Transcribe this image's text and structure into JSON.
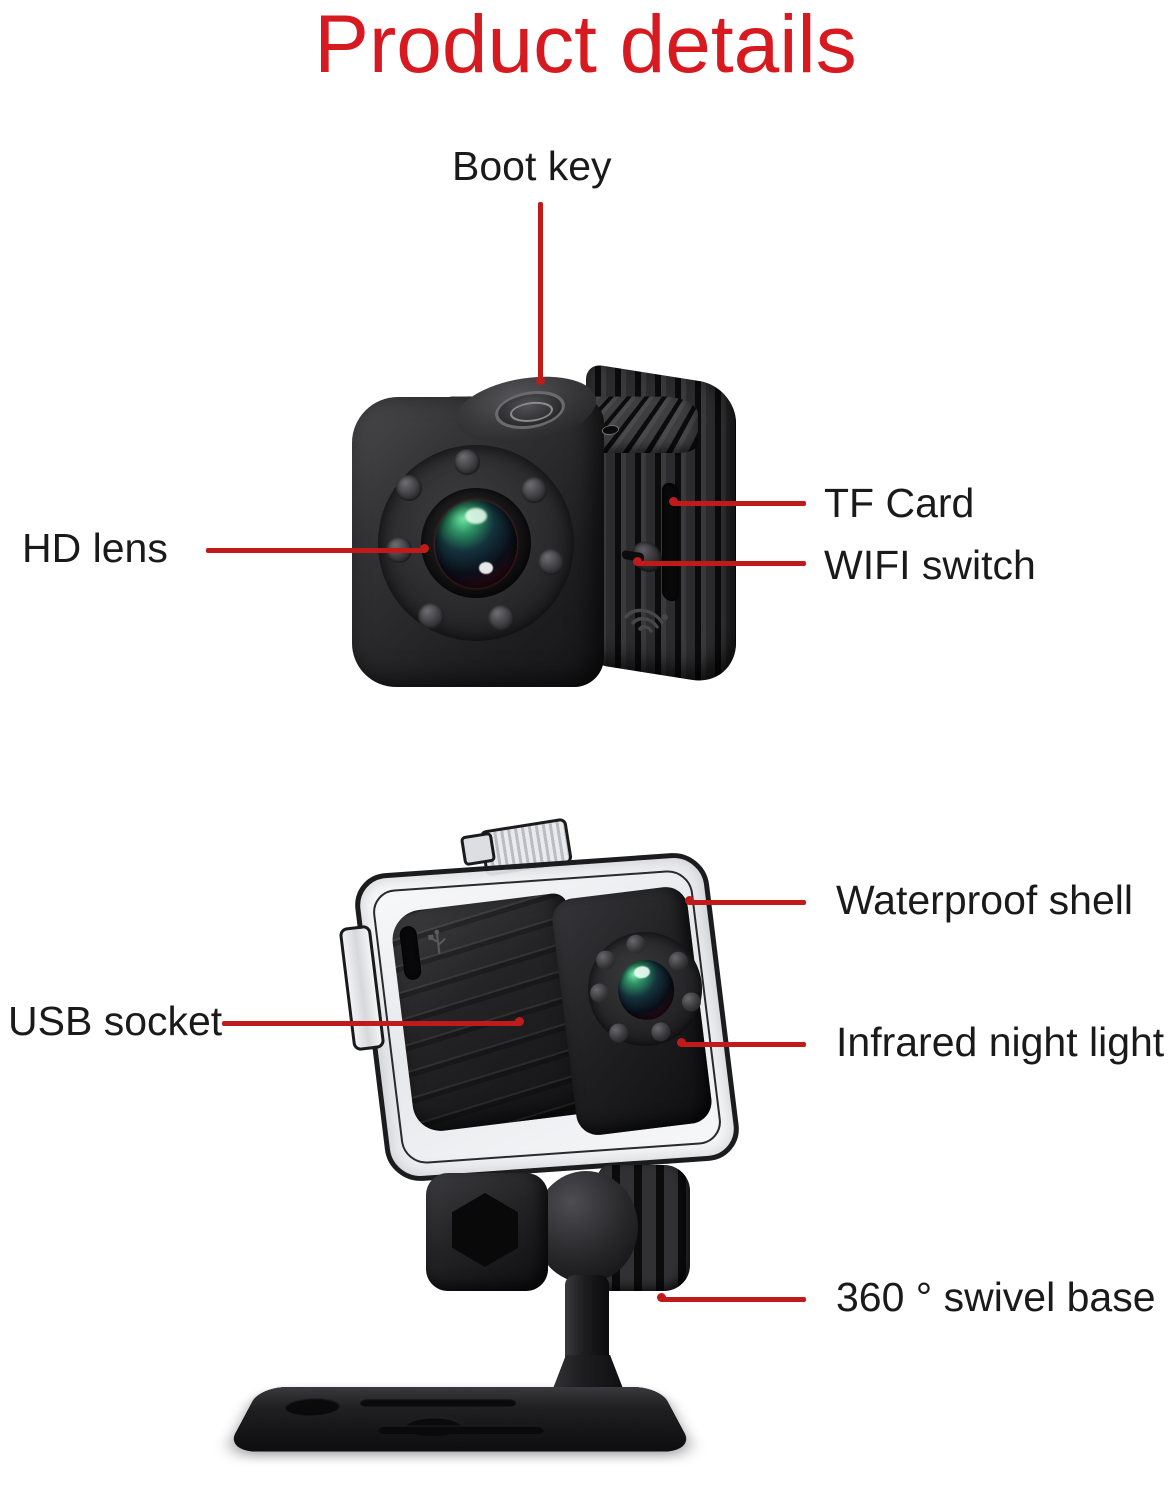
{
  "page": {
    "title": "Product details",
    "title_color": "#d71920",
    "background_color": "#ffffff",
    "leader_line_color": "#c11a1a",
    "label_color": "#1a1a1a"
  },
  "sections": [
    {
      "id": "mini-camera",
      "product_name": "mini cube camera",
      "callouts": [
        {
          "key": "boot_key",
          "label": "Boot key",
          "side": "top"
        },
        {
          "key": "hd_lens",
          "label": "HD lens",
          "side": "left"
        },
        {
          "key": "tf_card",
          "label": "TF Card",
          "side": "right"
        },
        {
          "key": "wifi_switch",
          "label": "WIFI switch",
          "side": "right"
        }
      ]
    },
    {
      "id": "waterproof-case",
      "product_name": "waterproof case with swivel mount",
      "callouts": [
        {
          "key": "waterproof_shell",
          "label": "Waterproof shell",
          "side": "right"
        },
        {
          "key": "usb_socket",
          "label": "USB socket",
          "side": "left"
        },
        {
          "key": "infrared_night_light",
          "label": "Infrared night light",
          "side": "right"
        },
        {
          "key": "swivel_base",
          "label": "360 ° swivel base",
          "side": "right"
        }
      ]
    }
  ],
  "labels": {
    "boot_key": "Boot key",
    "hd_lens": "HD lens",
    "tf_card": "TF Card",
    "wifi_switch": "WIFI switch",
    "waterproof_shell": "Waterproof shell",
    "usb_socket": "USB socket",
    "infrared_night_light": "Infrared night light",
    "swivel_base": "360 ° swivel base"
  }
}
